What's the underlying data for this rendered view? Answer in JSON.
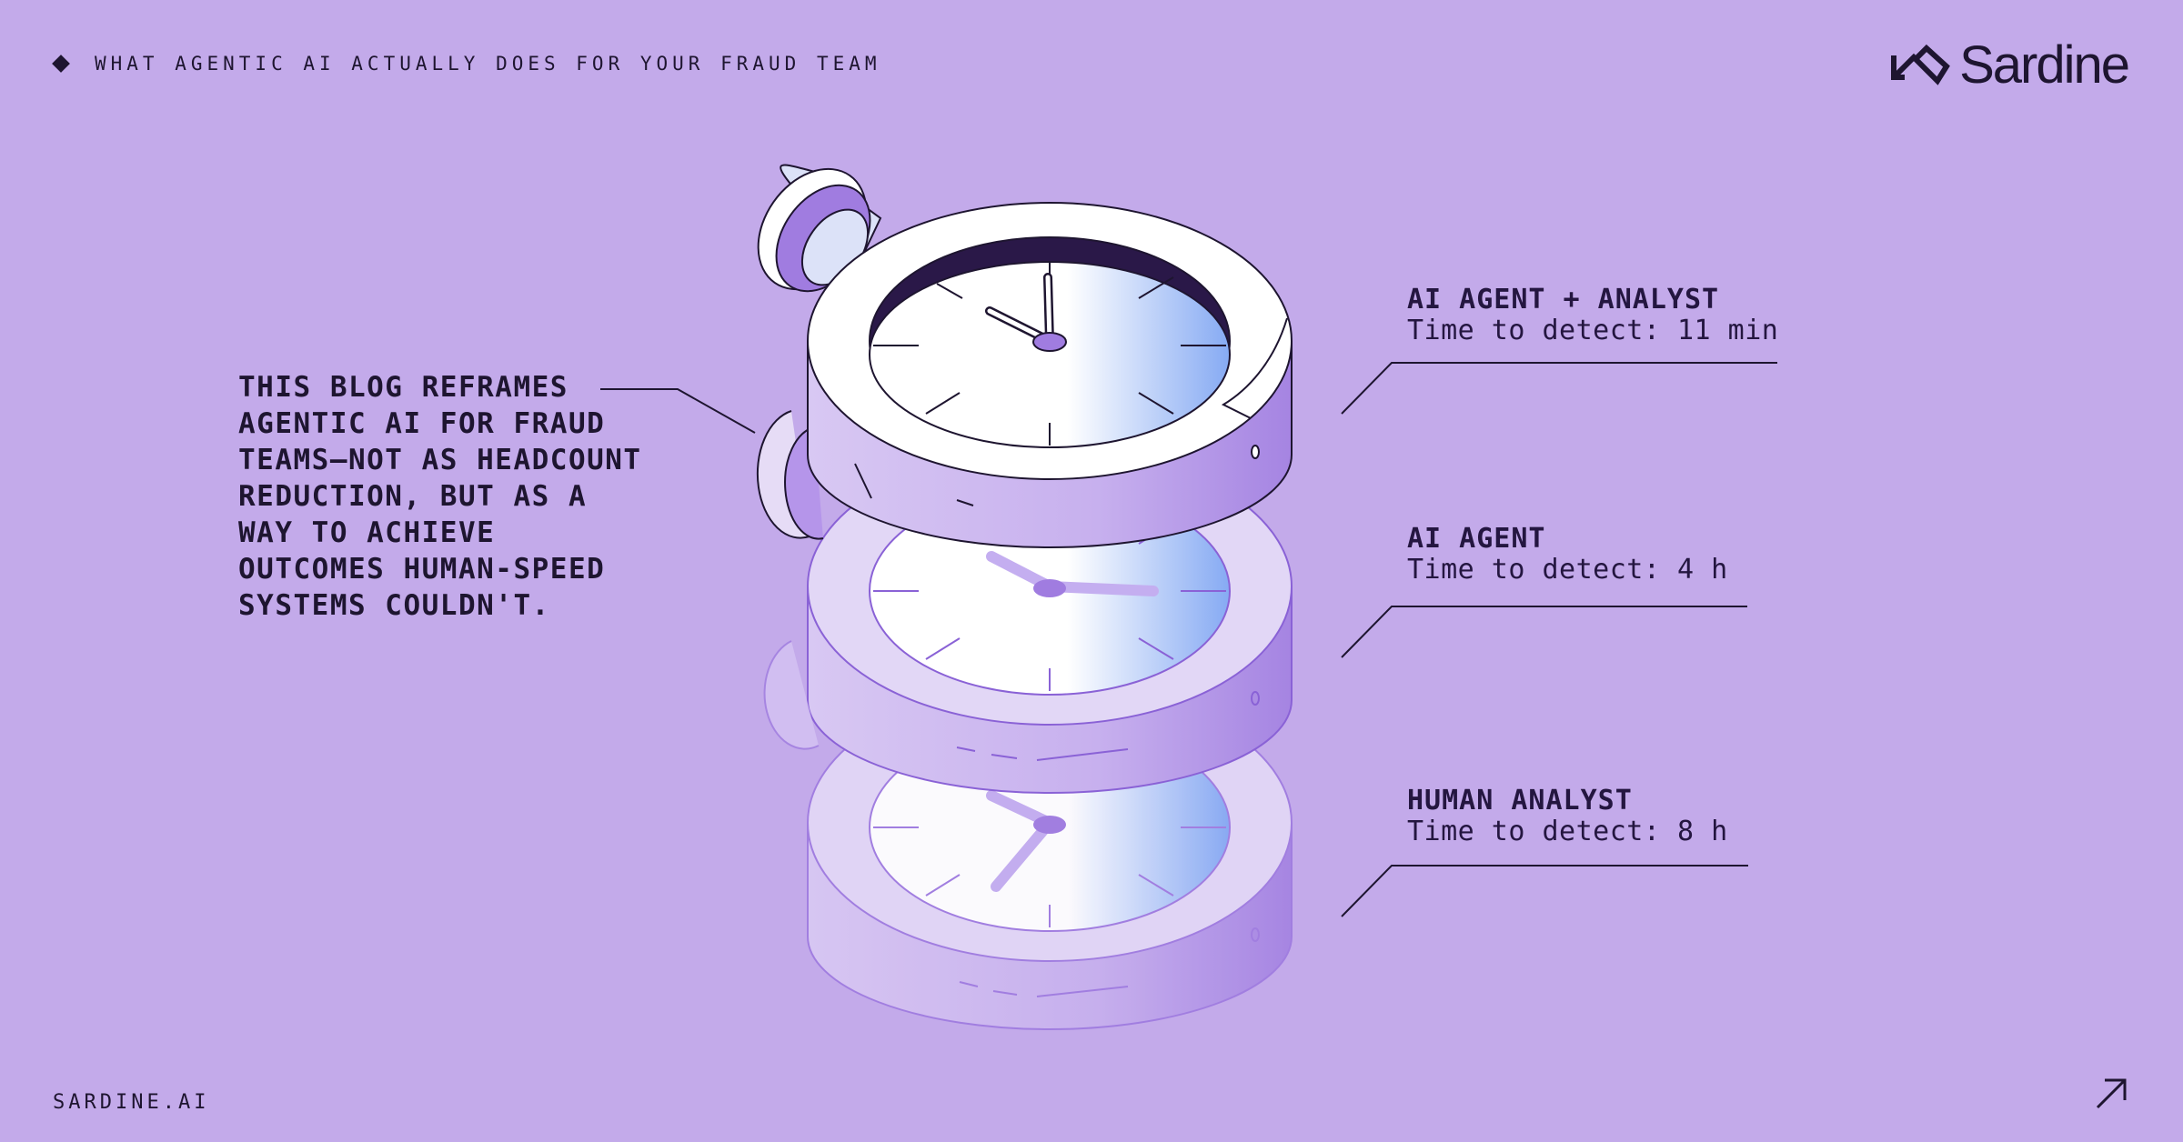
{
  "header": {
    "eyebrow": "WHAT AGENTIC AI ACTUALLY DOES FOR YOUR FRAUD TEAM"
  },
  "brand": {
    "name": "Sardine",
    "logo_icon": "sardine-logo-icon"
  },
  "blurb": "THIS BLOG REFRAMES\nAGENTIC AI FOR FRAUD\nTEAMS—NOT AS HEADCOUNT\nREDUCTION, BUT AS A\nWAY TO ACHIEVE\nOUTCOMES HUMAN-SPEED\nSYSTEMS COULDN'T.",
  "stopwatches": [
    {
      "title": "AI AGENT + ANALYST",
      "metric": "Time to detect: 11 min"
    },
    {
      "title": "AI AGENT",
      "metric": "Time to detect: 4 h"
    },
    {
      "title": "HUMAN ANALYST",
      "metric": "Time to detect: 8 h"
    }
  ],
  "footer": {
    "url": "SARDINE.AI",
    "link_icon": "arrow-up-right-icon"
  },
  "colors": {
    "background": "#c3aaea",
    "ink": "#1e1530",
    "accent": "#a07ce0",
    "face_blue": "#8ab0f5"
  }
}
